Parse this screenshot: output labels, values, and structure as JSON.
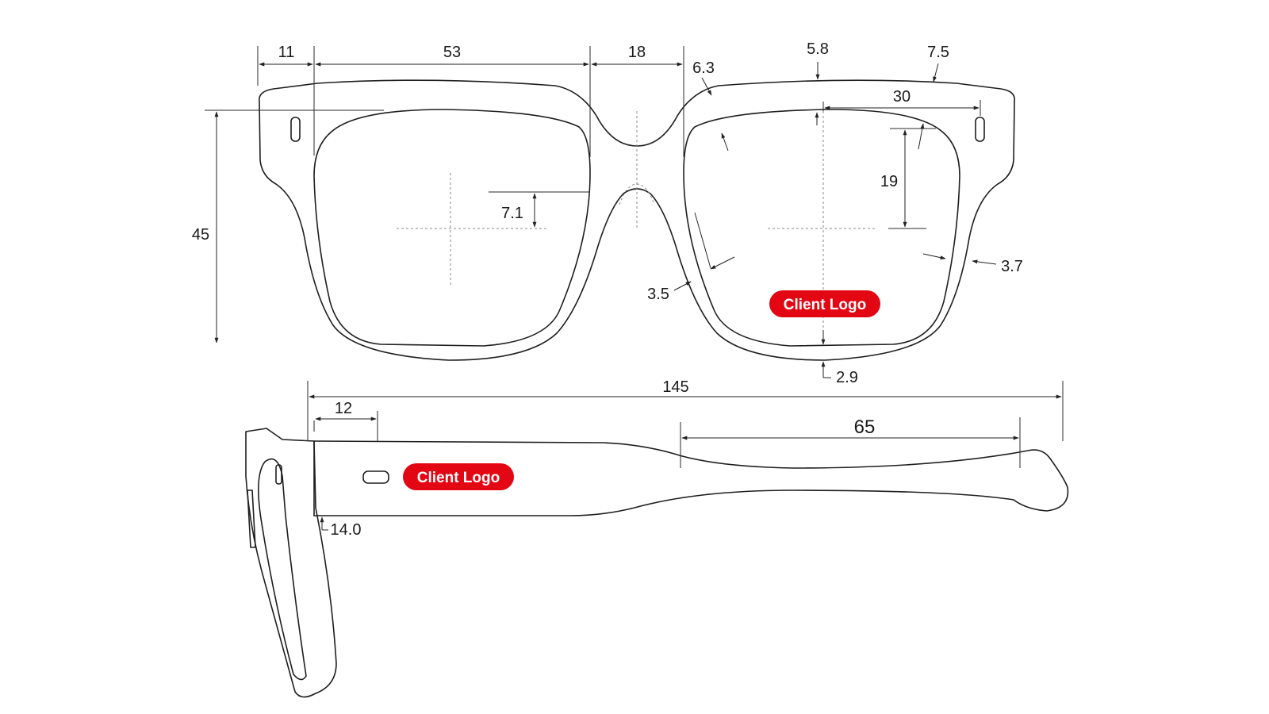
{
  "colors": {
    "logo_fill": "#e30613",
    "line": "#1e1e1e",
    "centerline": "#8a8a8a"
  },
  "front_view": {
    "dimensions": {
      "end_piece_width": "11",
      "lens_width": "53",
      "bridge_width": "18",
      "bridge_thickness": "6.3",
      "top_rim_thickness": "5.8",
      "end_thickness": "7.5",
      "pin_offset": "30",
      "pin_height": "19",
      "frame_height": "45",
      "center_offset": "7.1",
      "side_rim_thickness": "3.7",
      "inner_rim_thickness": "3.5",
      "bottom_rim_thickness": "2.9"
    },
    "logo_label": "Client Logo"
  },
  "side_view": {
    "dimensions": {
      "temple_length": "145",
      "hinge_offset": "12",
      "tip_length": "65",
      "temple_height": "14.0"
    },
    "logo_label": "Client Logo"
  }
}
